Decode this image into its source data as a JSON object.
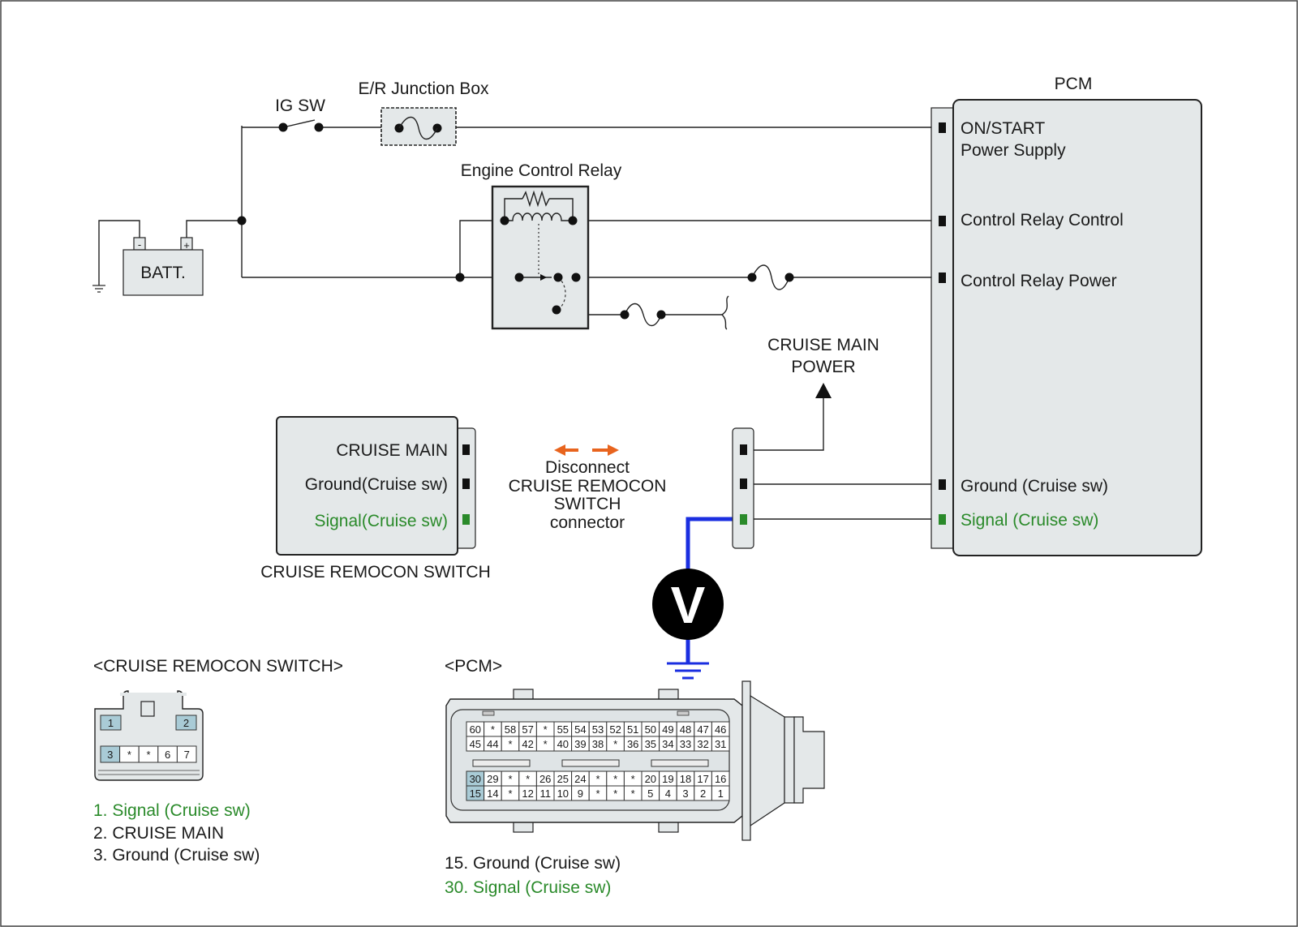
{
  "labels": {
    "ig_sw": "IG SW",
    "junction_box": "E/R Junction Box",
    "engine_relay": "Engine Control Relay",
    "batt": "BATT.",
    "batt_neg": "-",
    "batt_pos": "+",
    "pcm": "PCM",
    "cruise_main_power_1": "CRUISE MAIN",
    "cruise_main_power_2": "POWER",
    "disconnect_1": "Disconnect",
    "disconnect_2": "CRUISE REMOCON",
    "disconnect_3": "SWITCH",
    "disconnect_4": "connector",
    "remocon_switch": "CRUISE REMOCON SWITCH",
    "voltmeter": "V"
  },
  "pcm_pins": {
    "on_start_1": "ON/START",
    "on_start_2": "Power Supply",
    "relay_control": "Control Relay Control",
    "relay_power": "Control Relay Power",
    "ground": "Ground (Cruise sw)",
    "signal": "Signal (Cruise sw)"
  },
  "switch_pins": {
    "cruise_main": "CRUISE MAIN",
    "ground": "Ground(Cruise sw)",
    "signal": "Signal(Cruise sw)"
  },
  "legend_switch": {
    "title": "<CRUISE REMOCON SWITCH>",
    "items": [
      "1. Signal (Cruise sw)",
      "2. CRUISE MAIN",
      "3. Ground (Cruise sw)"
    ],
    "pins_top": [
      "1",
      "2"
    ],
    "pins_bottom": [
      "3",
      "*",
      "*",
      "6",
      "7"
    ]
  },
  "legend_pcm": {
    "title": "<PCM>",
    "items": [
      "15. Ground (Cruise sw)",
      "30. Signal (Cruise sw)"
    ],
    "row1": [
      "60",
      "*",
      "58",
      "57",
      "*",
      "55",
      "54",
      "53",
      "52",
      "51",
      "50",
      "49",
      "48",
      "47",
      "46"
    ],
    "row2": [
      "45",
      "44",
      "*",
      "42",
      "*",
      "40",
      "39",
      "38",
      "*",
      "36",
      "35",
      "34",
      "33",
      "32",
      "31"
    ],
    "row3": [
      "30",
      "29",
      "*",
      "*",
      "26",
      "25",
      "24",
      "*",
      "*",
      "*",
      "20",
      "19",
      "18",
      "17",
      "16"
    ],
    "row4": [
      "15",
      "14",
      "*",
      "12",
      "11",
      "10",
      "9",
      "*",
      "*",
      "*",
      "5",
      "4",
      "3",
      "2",
      "1"
    ]
  },
  "colors": {
    "signal_green": "#2a8a2a",
    "probe_blue": "#1a2ee0",
    "arrow_orange": "#e8641e",
    "highlight_cell": "#a9cbd6",
    "box_fill": "#e4e8e9"
  }
}
